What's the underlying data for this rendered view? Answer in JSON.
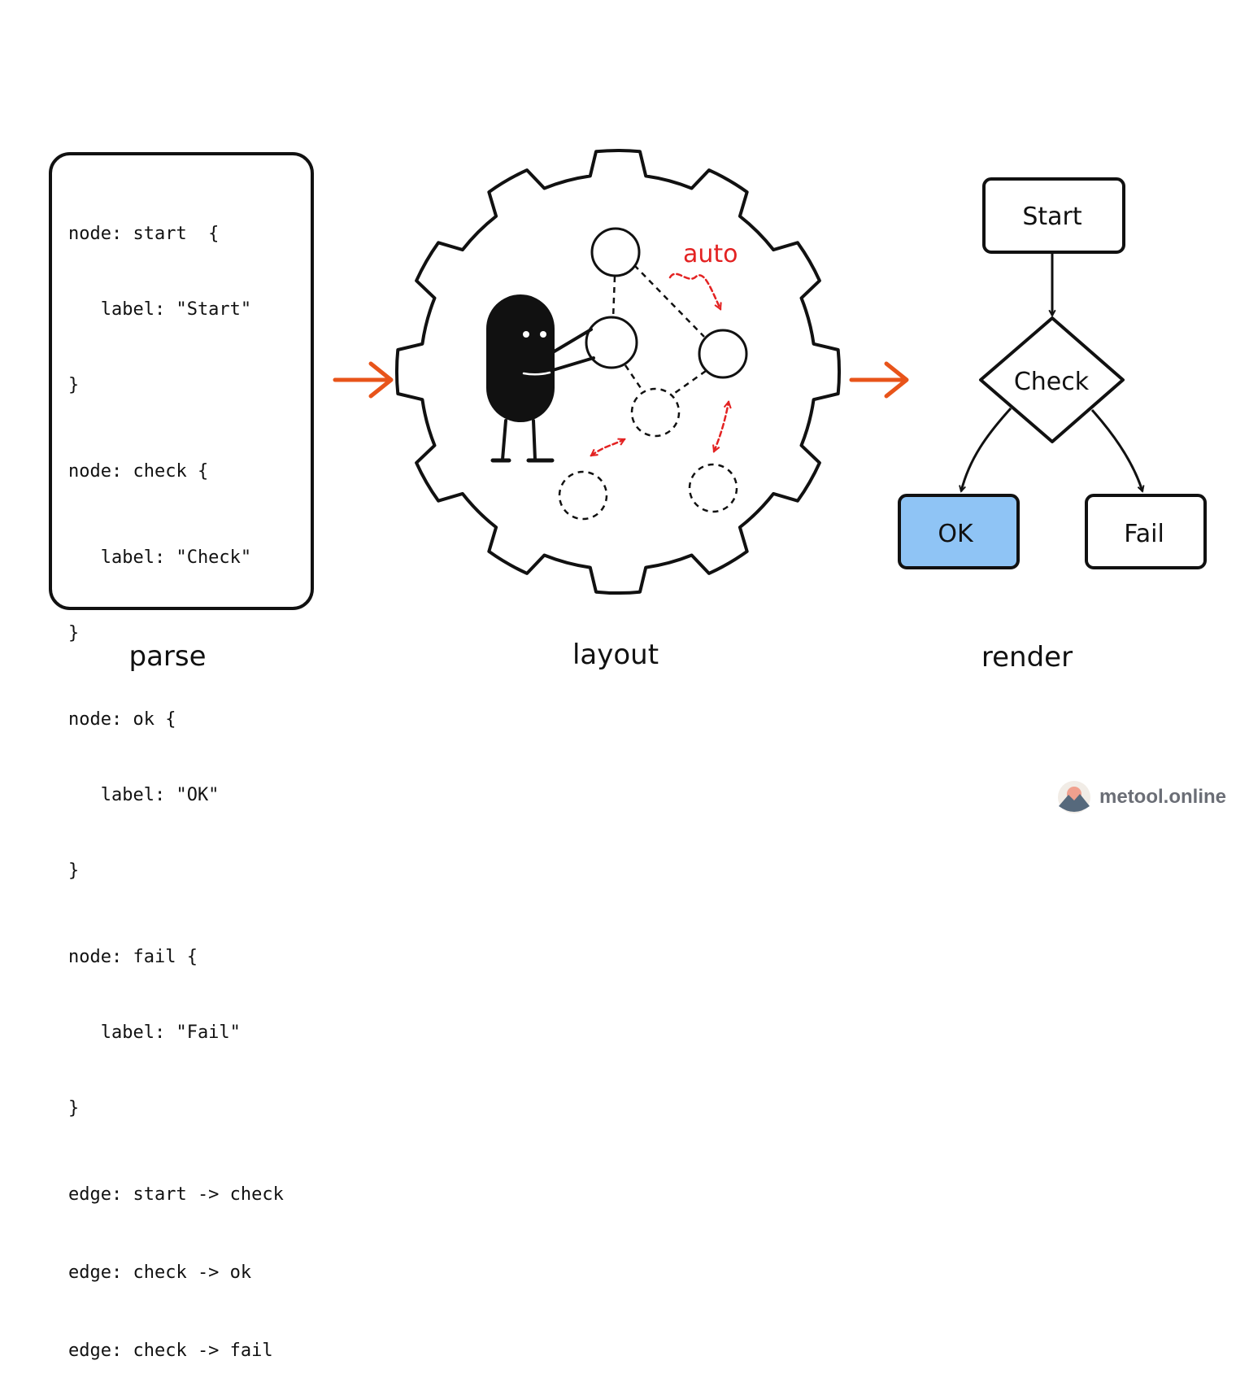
{
  "stages": {
    "parse": "parse",
    "layout": "layout",
    "render": "render"
  },
  "code_lines": [
    "node: start  {",
    "   label: \"Start\"",
    "}",
    "node: check {",
    "   label: \"Check\"",
    "}",
    "node: ok {",
    "   label: \"OK\"",
    "}",
    "node: fail {",
    "   label: \"Fail\"",
    "}",
    "edge: start -> check",
    "edge: check -> ok",
    "edge: check -> fail"
  ],
  "layout_annotation": "auto",
  "flowchart": {
    "start": "Start",
    "check": "Check",
    "ok": "OK",
    "fail": "Fail"
  },
  "colors": {
    "stroke": "#111111",
    "arrow": "#e8541a",
    "annotation": "#e32222",
    "ok_fill": "#8fc4f5"
  },
  "icons": {
    "pipeline_arrow": "right-arrow-icon",
    "gear": "gear-icon",
    "character": "blob-character-icon"
  },
  "brand": {
    "name": "metool.online"
  }
}
